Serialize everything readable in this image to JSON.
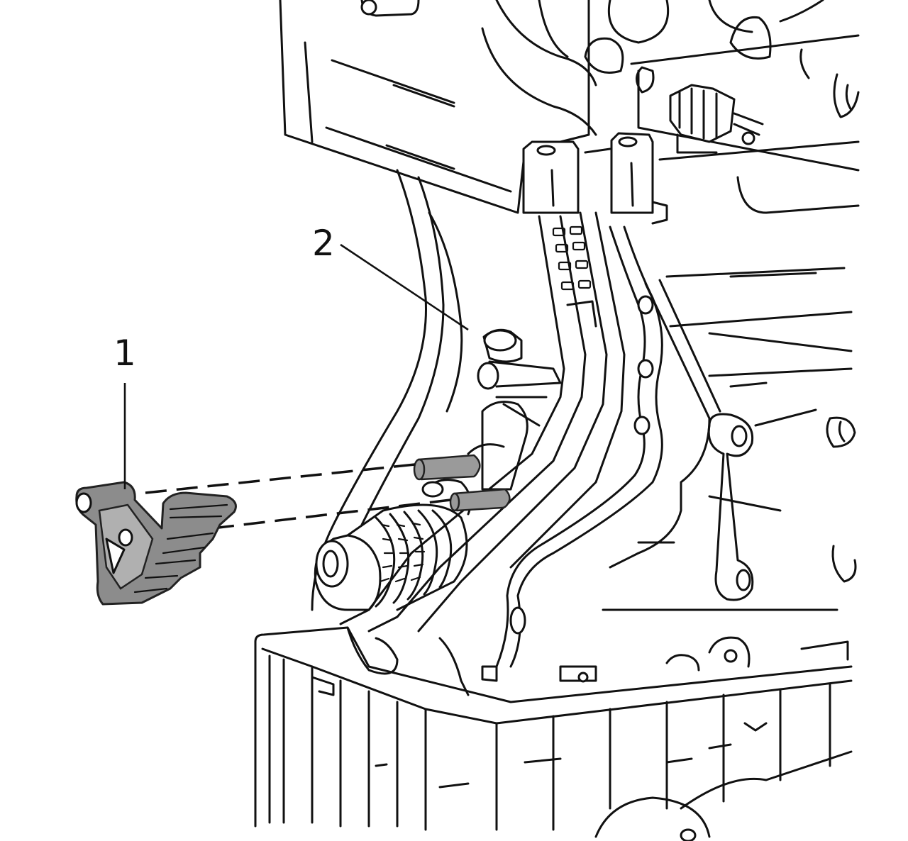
{
  "diagram": {
    "callouts": [
      {
        "id": "1",
        "label": "1"
      },
      {
        "id": "2",
        "label": "2"
      }
    ],
    "colors": {
      "line": "#111111",
      "highlighted_part": "#8c8c8c",
      "background": "#ffffff"
    }
  }
}
